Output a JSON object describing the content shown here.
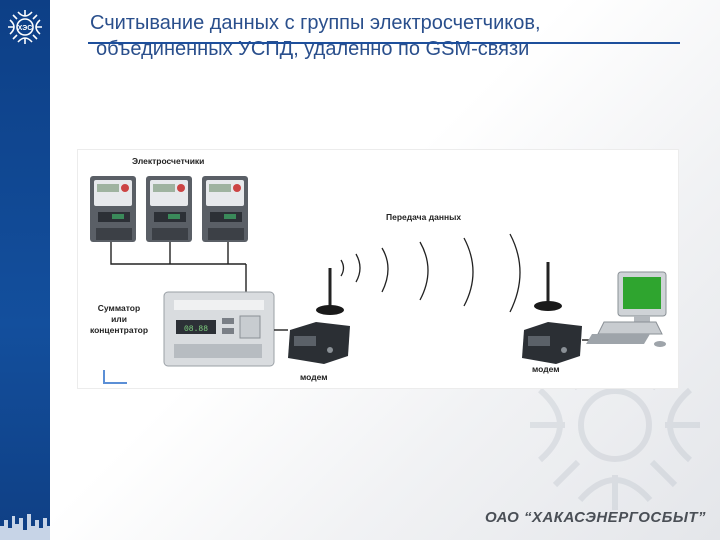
{
  "slide": {
    "title_line1": "Считывание данных с  группы электросчетчиков,",
    "title_line2": "объединенных УСПД, удаленно по GSM-связи",
    "footer": "ОАО “ХАКАСЭНЕРГОСБЫТ”"
  },
  "diagram": {
    "label_meters": "Электросчетчики",
    "label_transfer": "Передача данных",
    "label_summator_1": "Сумматор",
    "label_summator_2": "или",
    "label_summator_3": "концентратор",
    "label_modem_left": "модем",
    "label_modem_right": "модем",
    "concentrator_display": "08.88"
  },
  "colors": {
    "strip": "#134f9d",
    "title": "#2a4f8c",
    "monitor_screen": "#2fa52f",
    "footer": "#4a4f56"
  },
  "icons": [
    "logo-icon",
    "electricity-meter-icon",
    "concentrator-icon",
    "antenna-icon",
    "gsm-modem-icon",
    "computer-icon",
    "signal-wave-icon",
    "skyline-icon"
  ]
}
